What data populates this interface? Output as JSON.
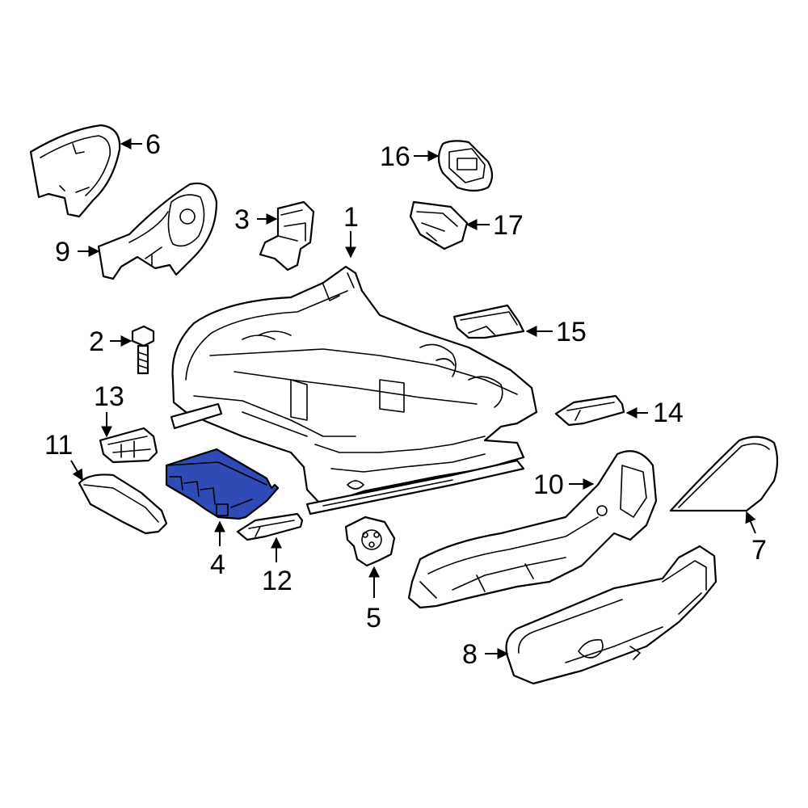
{
  "highlight_color": "#2f4bb5",
  "highlighted_part": "4",
  "callouts": {
    "p1": "1",
    "p2": "2",
    "p3": "3",
    "p4": "4",
    "p5": "5",
    "p6": "6",
    "p7": "7",
    "p8": "8",
    "p9": "9",
    "p10": "10",
    "p11": "11",
    "p12": "12",
    "p13": "13",
    "p14": "14",
    "p15": "15",
    "p16": "16",
    "p17": "17"
  }
}
